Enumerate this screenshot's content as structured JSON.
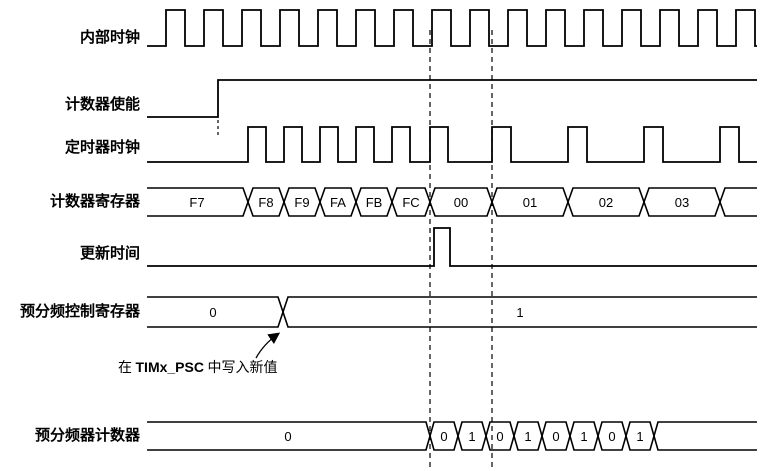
{
  "diagram_kind": "timer-prescaler-timing-diagram",
  "colors": {
    "line": "#000000",
    "background": "#ffffff",
    "text": "#000000"
  },
  "rows": {
    "internal_clock": {
      "label": "内部时钟"
    },
    "counter_enable": {
      "label": "计数器使能"
    },
    "timer_clock": {
      "label": "定时器时钟"
    },
    "counter_register": {
      "label": "计数器寄存器",
      "values": [
        "F7",
        "F8",
        "F9",
        "FA",
        "FB",
        "FC",
        "00",
        "01",
        "02",
        "03"
      ]
    },
    "update_event": {
      "label": "更新时间"
    },
    "prescaler_control": {
      "label": "预分频控制寄存器",
      "values": [
        "0",
        "1"
      ]
    },
    "prescaler_counter": {
      "label": "预分频器计数器",
      "wide_value": "0",
      "values": [
        "0",
        "1",
        "0",
        "1",
        "0",
        "1",
        "0",
        "1"
      ]
    }
  },
  "annotation": {
    "prefix": "在 ",
    "register": "TIMx_PSC",
    "suffix": " 中写入新值"
  }
}
